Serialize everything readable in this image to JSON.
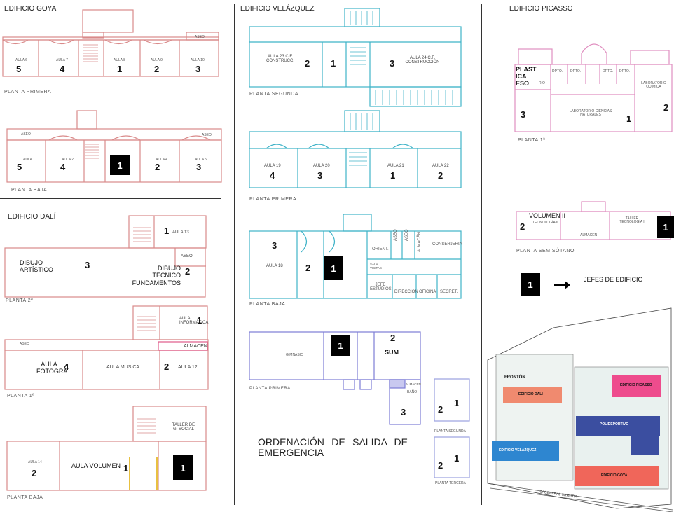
{
  "buildings": {
    "goya": "EDIFICIO GOYA",
    "velazquez": "EDIFICIO VELÁZQUEZ",
    "picasso": "EDIFICIO PICASSO",
    "dali": "EDIFICIO DALÍ"
  },
  "goya": {
    "floor1": {
      "label": "PLANTA PRIMERA",
      "aseo": "ASEO",
      "rooms": [
        "AULA 6",
        "AULA 7",
        "AULA 8",
        "AULA 9",
        "AULA 10"
      ],
      "nums": [
        "5",
        "4",
        "1",
        "2",
        "3"
      ]
    },
    "floor0": {
      "label": "PLANTA BAJA",
      "aseo_l": "ASEO",
      "aseo_r": "ASEO",
      "rooms": [
        "AULA 1",
        "AULA 2",
        "AULA 4",
        "AULA 5"
      ],
      "nums": [
        "5",
        "4",
        "1",
        "2",
        "3"
      ]
    }
  },
  "dali": {
    "p2": {
      "label": "PLANTA 2ª",
      "aula13": "AULA 13",
      "aseo": "ASEO",
      "dibujo_artistico": "DIBUJO ARTÍSTICO",
      "dibujo_tecnico": "DIBUJO TÉCNICO FUNDAMENTOS",
      "nums": [
        "1",
        "3",
        "2"
      ]
    },
    "p1": {
      "label": "PLANTA 1ª",
      "aula_info": "AULA INFORMÁTICA",
      "aseo": "ASEO",
      "almacen": "ALMACEN",
      "aula_foto": "AULA FOTOGRA",
      "aula_musica": "AULA MUSICA",
      "aula12": "AULA 12",
      "nums": [
        "1",
        "4",
        "2"
      ]
    },
    "p0": {
      "label": "PLANTA BAJA",
      "aula14": "AULA 14",
      "aula_volumen": "AULA VOLUMEN",
      "taller": "TALLER DE G. SOCIAL",
      "nums": [
        "2",
        "1",
        "1"
      ]
    }
  },
  "velazquez": {
    "p2": {
      "label": "PLANTA SEGUNDA",
      "aula23": "AULA 23 C.F. CONSTRUCC.",
      "aula24": "AULA 24 C.F. CONSTRUCCIÓN",
      "nums": [
        "2",
        "1",
        "3"
      ]
    },
    "p1": {
      "label": "PLANTA PRIMERA",
      "rooms": [
        "AULA 19",
        "AULA 20",
        "AULA 21",
        "AULA 22"
      ],
      "nums": [
        "4",
        "3",
        "1",
        "2"
      ]
    },
    "p0": {
      "label": "PLANTA BAJA",
      "aula18": "AULA 18",
      "orient": "ORIENT.",
      "aseo1": "ASEO",
      "aseo2": "ASEO",
      "almacen": "ALMACÉN",
      "conserjeria": "CONSERJERIA",
      "sala_visitas": "SALA VISITAS",
      "jefe": "JEFE ESTUDIOS",
      "direccion": "DIRECCIÓN",
      "oficina": "OFICINA",
      "secret": "SECRET.",
      "nums": [
        "3",
        "2",
        "1"
      ]
    },
    "gym": {
      "label": "PLANTA PRIMERA",
      "gimnasio": "GIMNASIO",
      "sum": "SUM",
      "baño": "BAÑO",
      "almacen": "ALMACEN",
      "nums": [
        "1",
        "2",
        "3"
      ]
    },
    "small": {
      "p2": "PLANTA SEGUNDA",
      "p3": "PLANTA TERCERA",
      "nums": [
        "2",
        "1",
        "2",
        "1"
      ]
    },
    "title": "ORDENACIÓN DE SALIDA DE EMERGENCIA"
  },
  "picasso": {
    "p1": {
      "label": "PLANTA 1ª",
      "plastica": "PLAST ICA ESO",
      "dpto": [
        "DPTO.",
        "DPTO.",
        "DPTO.",
        "DPTO."
      ],
      "lab_quimica": "LABORATORIO QUÍMICA",
      "lab_ciencias": "LABORATORIO CIENCIAS NATURALES",
      "rio": "RIO",
      "nums": [
        "3",
        "1",
        "2"
      ]
    },
    "sotano": {
      "label": "PLANTA SEMISÓTANO",
      "volumen": "VOLUMEN II",
      "tec2": "TECNOLOGÍA II",
      "taller": "TALLER TECNOLOGÍA I",
      "almacen": "ALMACÉN",
      "nums": [
        "2",
        "1"
      ]
    },
    "legend": {
      "num": "1",
      "text": "JEFES DE EDIFICIO"
    }
  },
  "sitemap": {
    "fronton": "FRONTÓN",
    "dali": "EDIFICIO DALÍ",
    "picasso": "EDIFICIO PICASSO",
    "polideportivo": "POLIDEPORTIVO",
    "velazquez": "EDIFICIO VELÁZQUEZ",
    "goya": "EDIFICIO GOYA",
    "street": "C/ GENERAL URRUTIA"
  },
  "colors": {
    "goya_line": "#d98a8a",
    "dali_line": "#d98a8a",
    "velazquez_line": "#3fb3c8",
    "gym_line": "#7d7dd6",
    "picasso_line": "#e08fc0",
    "dali_block": "#f08a6f",
    "picasso_block": "#ee4c8d",
    "poli_block": "#3b4ea0",
    "velazquez_block": "#2e86d0",
    "goya_block": "#f0665a"
  }
}
